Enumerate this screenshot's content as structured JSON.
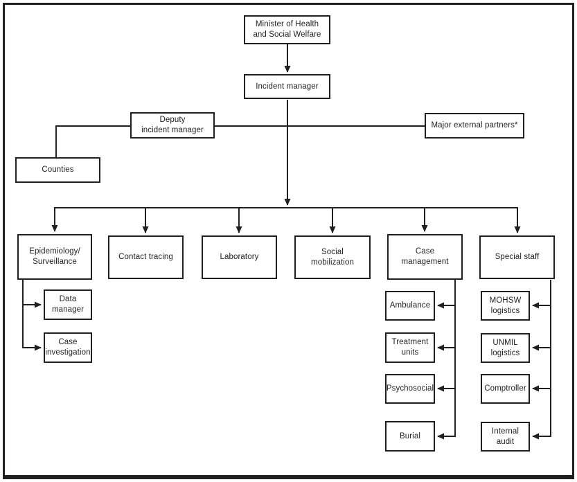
{
  "diagram": {
    "type": "org-chart",
    "line_color": "#231f20",
    "background_color": "#ffffff",
    "nodes": {
      "minister": {
        "label": "Minister of Health\nand Social Welfare"
      },
      "incident": {
        "label": "Incident manager"
      },
      "deputy": {
        "label": "Deputy\nincident manager"
      },
      "partners": {
        "label": "Major external partners*"
      },
      "counties": {
        "label": "Counties"
      },
      "epidemiology": {
        "label": "Epidemiology/\nSurveillance"
      },
      "contact": {
        "label": "Contact tracing"
      },
      "laboratory": {
        "label": "Laboratory"
      },
      "social": {
        "label": "Social\nmobilization"
      },
      "casemgmt": {
        "label": "Case\nmanagement"
      },
      "special": {
        "label": "Special staff"
      },
      "datamanager": {
        "label": "Data\nmanager"
      },
      "caseinvest": {
        "label": "Case\ninvestigation"
      },
      "ambulance": {
        "label": "Ambulance"
      },
      "treatment": {
        "label": "Treatment\nunits"
      },
      "psychosocial": {
        "label": "Psychosocial"
      },
      "burial": {
        "label": "Burial"
      },
      "mohsw": {
        "label": "MOHSW\nlogistics"
      },
      "unmil": {
        "label": "UNMIL\nlogistics"
      },
      "comptroller": {
        "label": "Comptroller"
      },
      "internalaudit": {
        "label": "Internal\naudit"
      }
    },
    "edges": [
      {
        "from": "minister",
        "to": "incident",
        "arrow": true
      },
      {
        "from": "incident",
        "to": "second-row-bus",
        "arrow": true
      },
      {
        "from": "deputy",
        "to": "partners",
        "arrow": false
      },
      {
        "from": "deputy",
        "to": "counties",
        "arrow": false
      },
      {
        "from": "second-row-bus",
        "to": "epidemiology",
        "arrow": true
      },
      {
        "from": "second-row-bus",
        "to": "contact",
        "arrow": true
      },
      {
        "from": "second-row-bus",
        "to": "laboratory",
        "arrow": true
      },
      {
        "from": "second-row-bus",
        "to": "social",
        "arrow": true
      },
      {
        "from": "second-row-bus",
        "to": "casemgmt",
        "arrow": true
      },
      {
        "from": "second-row-bus",
        "to": "special",
        "arrow": true
      },
      {
        "from": "epidemiology",
        "to": "datamanager",
        "arrow": true
      },
      {
        "from": "epidemiology",
        "to": "caseinvest",
        "arrow": true
      },
      {
        "from": "casemgmt",
        "to": "ambulance",
        "arrow": true
      },
      {
        "from": "casemgmt",
        "to": "treatment",
        "arrow": true
      },
      {
        "from": "casemgmt",
        "to": "psychosocial",
        "arrow": true
      },
      {
        "from": "casemgmt",
        "to": "burial",
        "arrow": true
      },
      {
        "from": "special",
        "to": "mohsw",
        "arrow": true
      },
      {
        "from": "special",
        "to": "unmil",
        "arrow": true
      },
      {
        "from": "special",
        "to": "comptroller",
        "arrow": true
      },
      {
        "from": "special",
        "to": "internalaudit",
        "arrow": true
      }
    ]
  }
}
